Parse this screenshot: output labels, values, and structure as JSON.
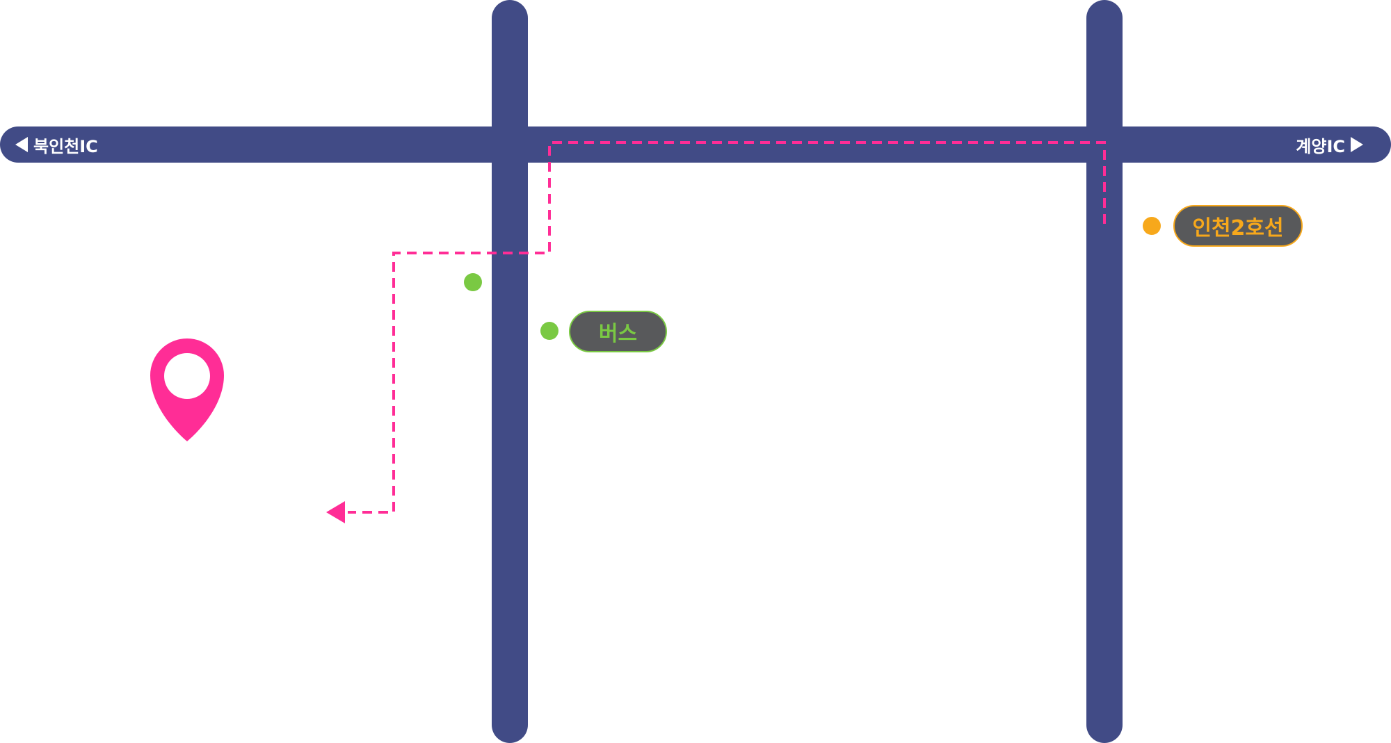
{
  "colors": {
    "road": "#414b86",
    "route": "#ff2d96",
    "bus": "#7ac943",
    "subway": "#f7a81b",
    "badge_bg": "#58595b",
    "marker": "#ff2d96",
    "label": "#ffffff"
  },
  "roads": {
    "left_ic": {
      "label": "북인천IC",
      "arrow": "left-triangle-icon"
    },
    "right_ic": {
      "label": "계양IC",
      "arrow": "right-triangle-icon"
    }
  },
  "transit": {
    "bus": {
      "label": "버스",
      "dot_count": 2
    },
    "subway": {
      "label": "인천2호선"
    }
  },
  "icons": {
    "destination": "location-pin-icon",
    "route_end": "route-arrow-icon"
  }
}
